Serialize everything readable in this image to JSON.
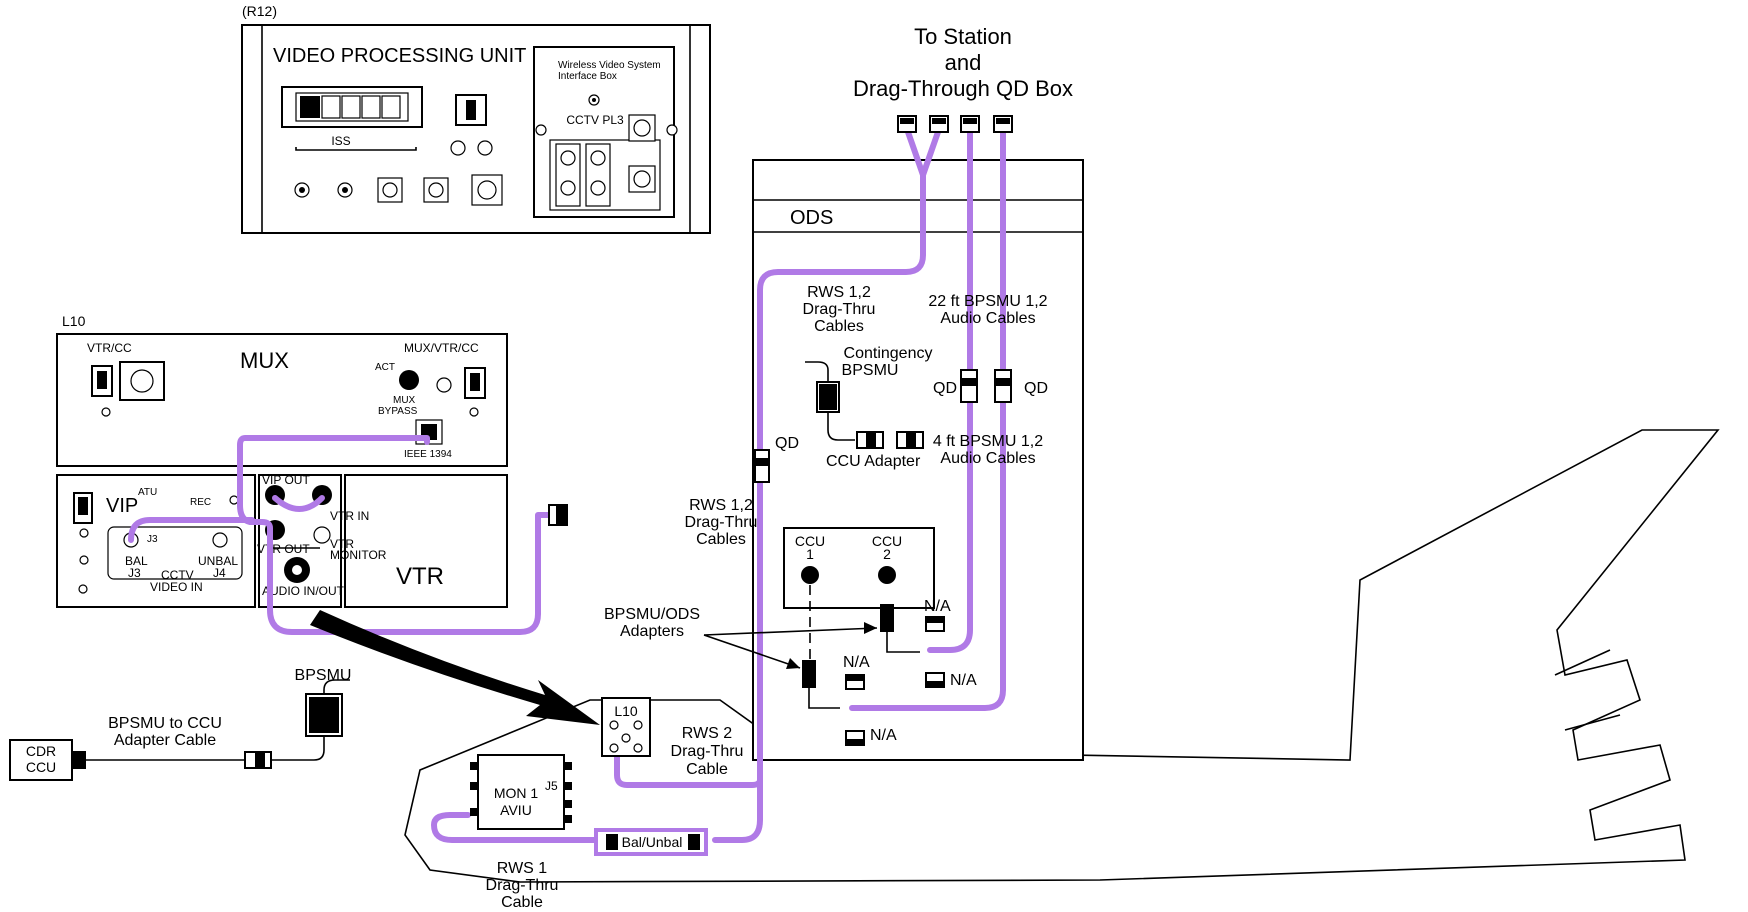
{
  "labels": {
    "r12": "(R12)",
    "vpu_title": "VIDEO  PROCESSING  UNIT",
    "iss": "ISS",
    "wvs_line1": "Wireless Video System",
    "wvs_line2": "Interface Box",
    "cctv_pl3": "CCTV PL3",
    "to_station_1": "To Station",
    "to_station_2": "and",
    "to_station_3": "Drag-Through QD Box",
    "ods": "ODS",
    "l10": "L10",
    "vtr_cc": "VTR/CC",
    "mux": "MUX",
    "mux_vtr_cc": "MUX/VTR/CC",
    "act": "ACT",
    "mux_bypass_1": "MUX",
    "mux_bypass_2": "BYPASS",
    "ieee": "IEEE 1394",
    "vip": "VIP",
    "atu": "ATU",
    "rec": "REC",
    "vip_out": "VIP OUT",
    "vtr_in": "VTR IN",
    "vtr_out": "VTR OUT",
    "vtr_monitor_1": "VTR",
    "vtr_monitor_2": "MONITOR",
    "audio_in_out": "AUDIO IN/OUT",
    "vtr": "VTR",
    "j3": "J3",
    "bal": "BAL",
    "bal_j3": "J3",
    "unbal": "UNBAL",
    "unbal_j4": "J4",
    "cctv": "CCTV",
    "video_in": "VIDEO IN",
    "rws12_top_1": "RWS 1,2",
    "rws12_top_2": "Drag-Thru",
    "rws12_top_3": "Cables",
    "bpsmu22_1": "22 ft BPSMU 1,2",
    "bpsmu22_2": "Audio Cables",
    "contingency_1": "Contingency",
    "contingency_2": "BPSMU",
    "qd_left": "QD",
    "qd_right": "QD",
    "qd_rws": "QD",
    "ccu_adapter": "CCU Adapter",
    "bpsmu4_1": "4 ft BPSMU 1,2",
    "bpsmu4_2": "Audio Cables",
    "rws12_mid_1": "RWS 1,2",
    "rws12_mid_2": "Drag-Thru",
    "rws12_mid_3": "Cables",
    "ccu1_1": "CCU",
    "ccu1_2": "1",
    "ccu2_1": "CCU",
    "ccu2_2": "2",
    "na_1": "N/A",
    "na_2": "N/A",
    "na_3": "N/A",
    "na_4": "N/A",
    "bpsmu_ods_1": "BPSMU/ODS",
    "bpsmu_ods_2": "Adapters",
    "bpsmu": "BPSMU",
    "bpsmu_ccu_1": "BPSMU to CCU",
    "bpsmu_ccu_2": "Adapter Cable",
    "cdr_1": "CDR",
    "cdr_2": "CCU",
    "l10_small": "L10",
    "rws2_1": "RWS 2",
    "rws2_2": "Drag-Thru",
    "rws2_3": "Cable",
    "mon_1": "MON 1",
    "mon_2": "AVIU",
    "j5": "J5",
    "bal_unbal": "Bal/Unbal",
    "rws1_1": "RWS 1",
    "rws1_2": "Drag-Thru",
    "rws1_3": "Cable"
  },
  "colors": {
    "cable": "#b07ae6",
    "line": "#000000",
    "background": "#ffffff"
  }
}
